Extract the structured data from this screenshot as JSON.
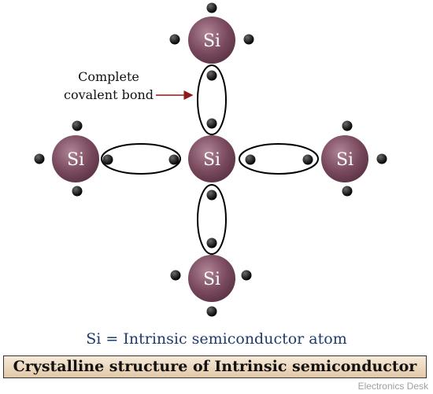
{
  "atoms": [
    {
      "id": "center",
      "label": "Si"
    },
    {
      "id": "top",
      "label": "Si"
    },
    {
      "id": "left",
      "label": "Si"
    },
    {
      "id": "right",
      "label": "Si"
    },
    {
      "id": "bottom",
      "label": "Si"
    }
  ],
  "callout": {
    "line1": "Complete",
    "line2": "covalent bond"
  },
  "legend": "Si = Intrinsic semiconductor atom",
  "caption": "Crystalline structure of Intrinsic semiconductor",
  "watermark": "Electronics Desk",
  "colors": {
    "atom": "#7a4a5e",
    "electron": "#111111",
    "arrow": "#8b1a1a",
    "legend_text": "#1f3a6e"
  }
}
